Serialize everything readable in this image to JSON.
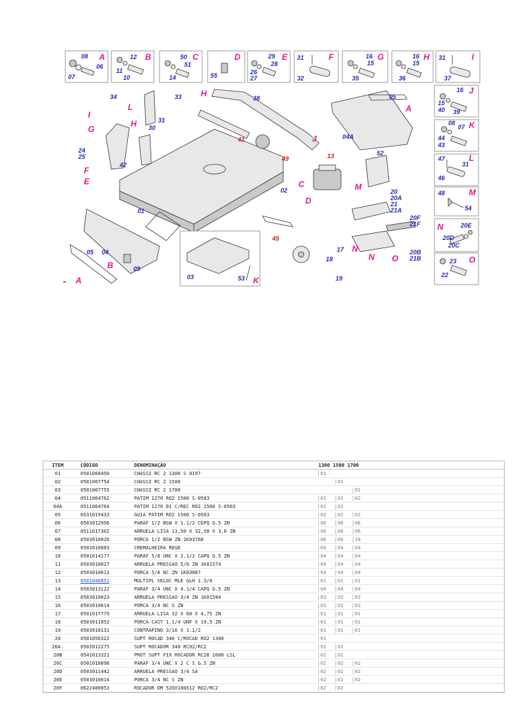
{
  "diagram": {
    "detail_boxes": [
      {
        "letter": "A",
        "parts": [
          "08",
          "06",
          "07"
        ]
      },
      {
        "letter": "B",
        "parts": [
          "12",
          "11",
          "10"
        ]
      },
      {
        "letter": "C",
        "parts": [
          "50",
          "51",
          "14"
        ]
      },
      {
        "letter": "D",
        "parts": [
          "55"
        ]
      },
      {
        "letter": "E",
        "parts": [
          "29",
          "28",
          "26",
          "27"
        ]
      },
      {
        "letter": "F",
        "parts": [
          "31",
          "32"
        ]
      },
      {
        "letter": "G",
        "parts": [
          "16",
          "15",
          "35"
        ]
      },
      {
        "letter": "H",
        "parts": [
          "16",
          "15",
          "36"
        ]
      },
      {
        "letter": "I",
        "parts": [
          "31",
          "37"
        ]
      },
      {
        "letter": "J",
        "parts": [
          "16",
          "15",
          "40",
          "39"
        ]
      },
      {
        "letter": "K",
        "parts": [
          "08",
          "07",
          "44",
          "43"
        ]
      },
      {
        "letter": "L",
        "parts": [
          "47",
          "31",
          "46"
        ]
      },
      {
        "letter": "M",
        "parts": [
          "48",
          "54"
        ]
      },
      {
        "letter": "N",
        "parts": [
          "20E",
          "20D",
          "20C"
        ]
      },
      {
        "letter": "O",
        "parts": [
          "23",
          "22"
        ]
      }
    ],
    "callouts": {
      "main": [
        "34",
        "33",
        "38",
        "31",
        "30",
        "24",
        "25",
        "42",
        "01",
        "02",
        "05",
        "04A",
        "52",
        "20",
        "20A",
        "21",
        "21A",
        "20F",
        "21F",
        "20B",
        "21B",
        "17",
        "18",
        "19",
        "04",
        "05",
        "09",
        "03",
        "53"
      ],
      "red": [
        "41",
        "49",
        "13",
        "45"
      ],
      "letters": [
        "H",
        "I",
        "L",
        "G",
        "H",
        "F",
        "E",
        "J",
        "A",
        "C",
        "M",
        "D",
        "N",
        "N",
        "O",
        "B",
        "A",
        "K"
      ]
    }
  },
  "table": {
    "headers": {
      "item": "ÍTEM",
      "code": "CÓDIGO",
      "desc": "DENOMINAÇÃO",
      "models": "1300  1500  1700"
    },
    "rows": [
      {
        "item": "01",
        "code": "0501068450",
        "desc": "CHASSI RC 2 1300 S 0197",
        "q": [
          "01",
          "",
          ""
        ]
      },
      {
        "item": "02",
        "code": "0501067754",
        "desc": "CHASSI RC 2 1500",
        "q": [
          "",
          "01",
          ""
        ]
      },
      {
        "item": "03",
        "code": "0501067755",
        "desc": "CHASSI RC 2 1700",
        "q": [
          "",
          "",
          "01"
        ]
      },
      {
        "item": "04",
        "code": "0511064762",
        "desc": "PATIM 1270 RO2 1500 S-0503",
        "q": [
          "01",
          "01",
          "02"
        ]
      },
      {
        "item": "04A",
        "code": "0511064764",
        "desc": "PATIM 1270 DI C/REC RO2 1500 S-0503",
        "q": [
          "01",
          "01",
          ""
        ]
      },
      {
        "item": "05",
        "code": "0531019433",
        "desc": "GUIA PATIM RO2 1500 S-0503",
        "q": [
          "02",
          "02",
          "02"
        ]
      },
      {
        "item": "06",
        "code": "0503012956",
        "desc": "PARAF 1/2 BSW X 1.1/2 CEPQ G.5 ZN",
        "q": [
          "06",
          "06",
          "06"
        ]
      },
      {
        "item": "07",
        "code": "0511017302",
        "desc": "ARRUELA LISA 13,50 X 32,50 X 3,0 ZN",
        "q": [
          "06",
          "06",
          "06"
        ]
      },
      {
        "item": "08",
        "code": "0503010020",
        "desc": "PORCA 1/2 BSW ZN 1K03768",
        "q": [
          "06",
          "06",
          "10"
        ]
      },
      {
        "item": "09",
        "code": "0502010083",
        "desc": "CREMALHEIRA REGD",
        "q": [
          "04",
          "04",
          "04"
        ]
      },
      {
        "item": "10",
        "code": "0501014177",
        "desc": "PARAF 5/8 UNC X 2.1/2 CAPQ G.5 ZN",
        "q": [
          "04",
          "04",
          "04"
        ]
      },
      {
        "item": "11",
        "code": "0503010027",
        "desc": "ARRUELA PRESSAO 5/8 ZN 1K01574",
        "q": [
          "04",
          "04",
          "04"
        ]
      },
      {
        "item": "12",
        "code": "0503010013",
        "desc": "PORCA 5/8 NC ZN 1K03087",
        "q": [
          "04",
          "04",
          "04"
        ]
      },
      {
        "item": "13",
        "code": "0501046851",
        "desc": "MULTIPL VELOC MLE GLH 1.3/8",
        "q": [
          "01",
          "01",
          "01"
        ],
        "link": true
      },
      {
        "item": "14",
        "code": "0503013122",
        "desc": "PARAF 3/4 UNC X 4.1/4 CAPQ G.5 ZN",
        "q": [
          "04",
          "04",
          "04"
        ]
      },
      {
        "item": "15",
        "code": "0503010023",
        "desc": "ARRUELA PRESSAO 3/4 ZN 1K01584",
        "q": [
          "03",
          "03",
          "03"
        ]
      },
      {
        "item": "16",
        "code": "0503010014",
        "desc": "PORCA 3/4 NC S ZN",
        "q": [
          "03",
          "03",
          "03"
        ]
      },
      {
        "item": "17",
        "code": "0501017779",
        "desc": "ARRUELA LISA 32 X 60 X 4,75 ZN",
        "q": [
          "01",
          "01",
          "01"
        ]
      },
      {
        "item": "18",
        "code": "0503011052",
        "desc": "PORCA CAST 1.1/4 UNF X 19,5 ZN",
        "q": [
          "01",
          "01",
          "01"
        ]
      },
      {
        "item": "19",
        "code": "0503010131",
        "desc": "CONTRAPINO 3/16 X 1.1/2",
        "q": [
          "01",
          "01",
          "01"
        ]
      },
      {
        "item": "20",
        "code": "0501056322",
        "desc": "SUPT ROCAD 340 C/ROCAD RO2 1300",
        "q": [
          "01",
          "",
          ""
        ]
      },
      {
        "item": "20A.",
        "code": "0502012275",
        "desc": "SUPT ROCADOR 340 RCO2/RC2",
        "q": [
          "01",
          "01",
          ""
        ]
      },
      {
        "item": "20B",
        "code": "0541013321",
        "desc": "PROT SUPT FIX ROCADOR RC28 2600 LSL",
        "q": [
          "01",
          "01",
          ""
        ]
      },
      {
        "item": "20C",
        "code": "0501010098",
        "desc": "PARAF 3/4 UNC X 2 C S G.5 ZN",
        "q": [
          "02",
          "02",
          "02"
        ]
      },
      {
        "item": "20D",
        "code": "0503011442",
        "desc": "ARRUELA PRESSAO 3/4 SA",
        "q": [
          "02",
          "02",
          "02"
        ]
      },
      {
        "item": "20E",
        "code": "0503010014",
        "desc": "PORCA 3/4 NC S ZN",
        "q": [
          "02",
          "02",
          "02"
        ]
      },
      {
        "item": "20F",
        "code": "0622400053",
        "desc": "ROCADOR DM 520X100X12 RO2/RC2",
        "q": [
          "02",
          "02",
          ""
        ]
      }
    ]
  }
}
